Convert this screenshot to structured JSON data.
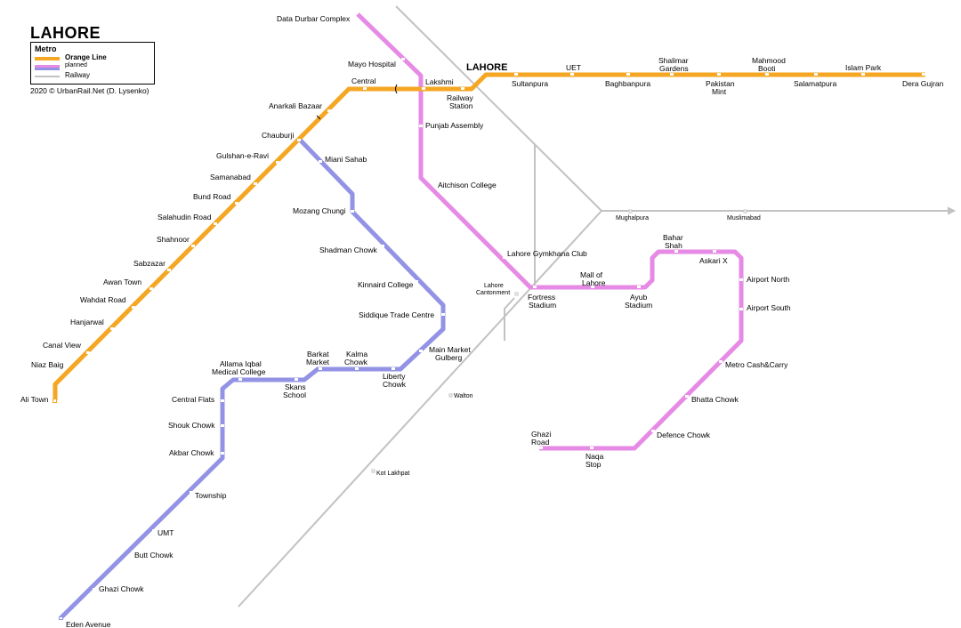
{
  "title": "LAHORE",
  "legend": {
    "heading": "Metro",
    "orange": "Orange Line",
    "planned": "planned",
    "railway": "Railway"
  },
  "credit": "2020 © UrbanRail.Net (D. Lysenko)",
  "colors": {
    "orange": "#F5A623",
    "pink": "#E68AE6",
    "blue": "#9393E6",
    "rail": "#C2C2C2"
  },
  "map_labels": {
    "center_label": "LAHORE",
    "stations": [
      "Ali Town",
      "Niaz Baig",
      "Canal View",
      "Hanjarwal",
      "Wahdat Road",
      "Awan Town",
      "Sabzazar",
      "Shahnoor",
      "Salahudin Road",
      "Bund Road",
      "Samanabad",
      "Gulshan-e-Ravi",
      "Chauburji",
      "Anarkali Bazaar",
      "Central",
      "Lakshmi",
      "Railway Station",
      "Sultanpura",
      "UET",
      "Baghbanpura",
      "Shalimar Gardens",
      "Pakistan Mint",
      "Mahmood Booti",
      "Salamatpura",
      "Islam Park",
      "Dera Gujran",
      "Data Durbar Complex",
      "Mayo Hospital",
      "Punjab Assembly",
      "Aitchison College",
      "Lahore Gymkhana Club",
      "Fortress Stadium",
      "Mall of Lahore",
      "Ayub Stadium",
      "Bahar Shah",
      "Askari X",
      "Airport North",
      "Airport South",
      "Metro Cash&Carry",
      "Bhatta Chowk",
      "Defence Chowk",
      "Naqa Stop",
      "Ghazi Road",
      "Miani Sahab",
      "Mozang Chungi",
      "Shadman Chowk",
      "Kinnaird College",
      "Siddique Trade Centre",
      "Main Market Gulberg",
      "Liberty Chowk",
      "Kalma Chowk",
      "Barkat Market",
      "Skans School",
      "Allama Iqbal Medical College",
      "Central Flats",
      "Shouk Chowk",
      "Akbar Chowk",
      "Township",
      "UMT",
      "Butt Chowk",
      "Ghazi Chowk",
      "Eden Avenue",
      "Mughalpura",
      "Muslimabad",
      "Lahore Cantonment",
      "Walton",
      "Kot Lakhpat"
    ]
  }
}
